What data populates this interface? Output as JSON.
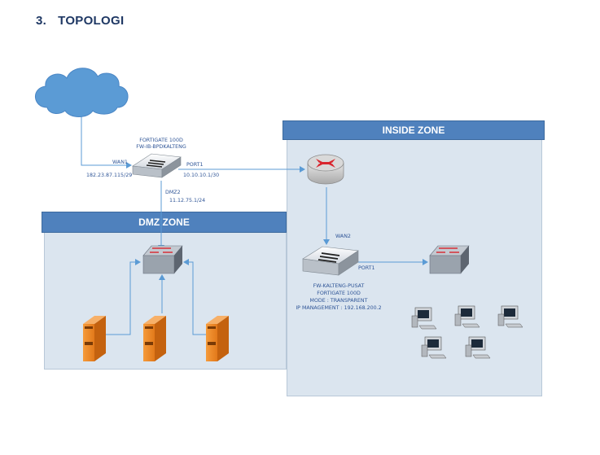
{
  "section": {
    "number": "3.",
    "title": "TOPOLOGI"
  },
  "zones": {
    "inside": "INSIDE ZONE",
    "dmz": "DMZ ZONE"
  },
  "fw_bpd": {
    "name_line1": "FORTIGATE 100D",
    "name_line2": "FW-IB-BPDKALTENG",
    "wan1": "WAN1",
    "wan1_ip": "182.23.87.115/29",
    "port1": "PORT1",
    "port1_ip": "10.10.10.1/30",
    "dmz": "DMZ2",
    "dmz_ip": "11.12.75.1/24"
  },
  "fw_pusat": {
    "wan2": "WAN2",
    "port1": "PORT1",
    "line1": "FW-KALTENG-PUSAT",
    "line2": "FORTIGATE 100D",
    "line3": "MODE : TRANSPARENT",
    "line4": "IP MANAGEMENT : 192.168.200.2"
  },
  "colors": {
    "zone_fill": "#dbe5ef",
    "zone_header": "#4f81bd",
    "link": "#5b9bd5",
    "label": "#2f5597",
    "server": "#f08a24",
    "cloud": "#5b9bd5"
  }
}
